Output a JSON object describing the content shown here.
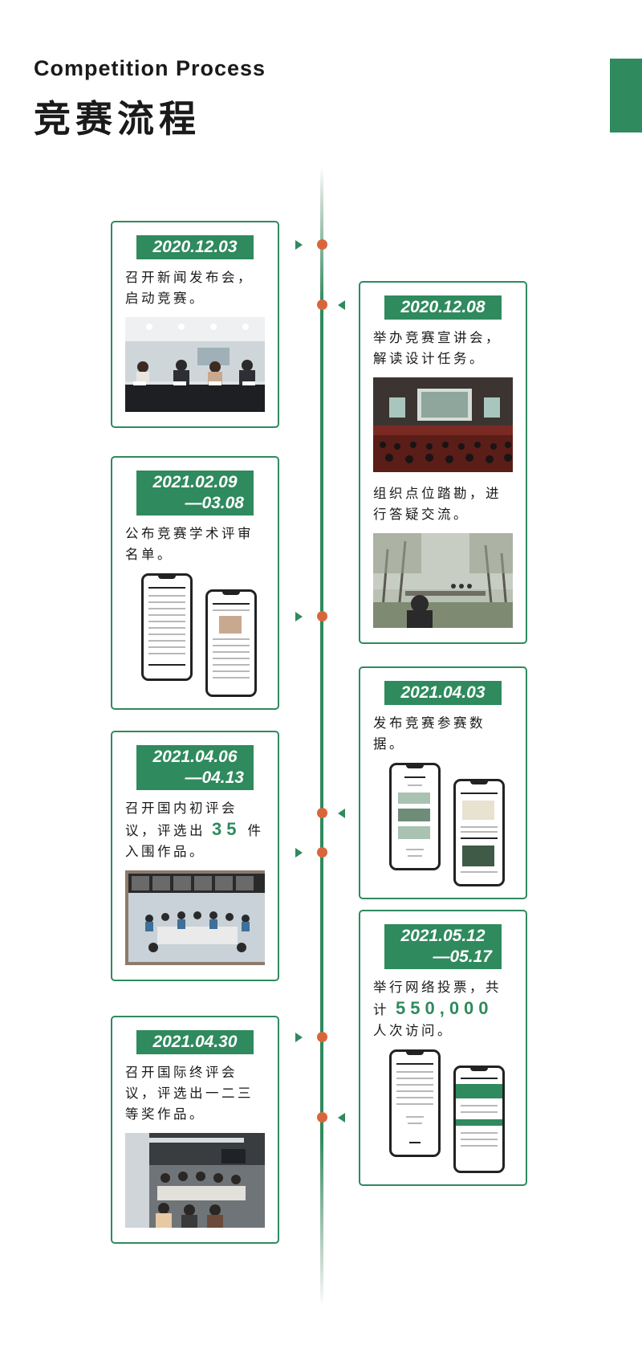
{
  "header": {
    "title_en": "Competition Process",
    "title_cn": "竞赛流程"
  },
  "colors": {
    "accent": "#2f8a5e",
    "dot": "#d9663a"
  },
  "events": [
    {
      "date": "2020.12.03",
      "text": "召开新闻发布会，启动竞赛。"
    },
    {
      "date": "2020.12.08",
      "text": "举办竞赛宣讲会，解读设计任务。",
      "text2": "组织点位踏勘，进行答疑交流。"
    },
    {
      "date_line1": "2021.02.09",
      "date_line2": "—03.08",
      "text": "公布竞赛学术评审名单。"
    },
    {
      "date": "2021.04.03",
      "text": "发布竞赛参赛数据。"
    },
    {
      "date_line1": "2021.04.06",
      "date_line2": "—04.13",
      "text_a": "召开国内初评会议，评选出",
      "number": "35",
      "text_b": "件入围作品。"
    },
    {
      "date_line1": "2021.05.12",
      "date_line2": "—05.17",
      "text_a": "举行网络投票，共计",
      "number": "550,000",
      "text_b": "人次访问。"
    },
    {
      "date": "2021.04.30",
      "text": "召开国际终评会议，评选出一二三等奖作品。"
    }
  ]
}
